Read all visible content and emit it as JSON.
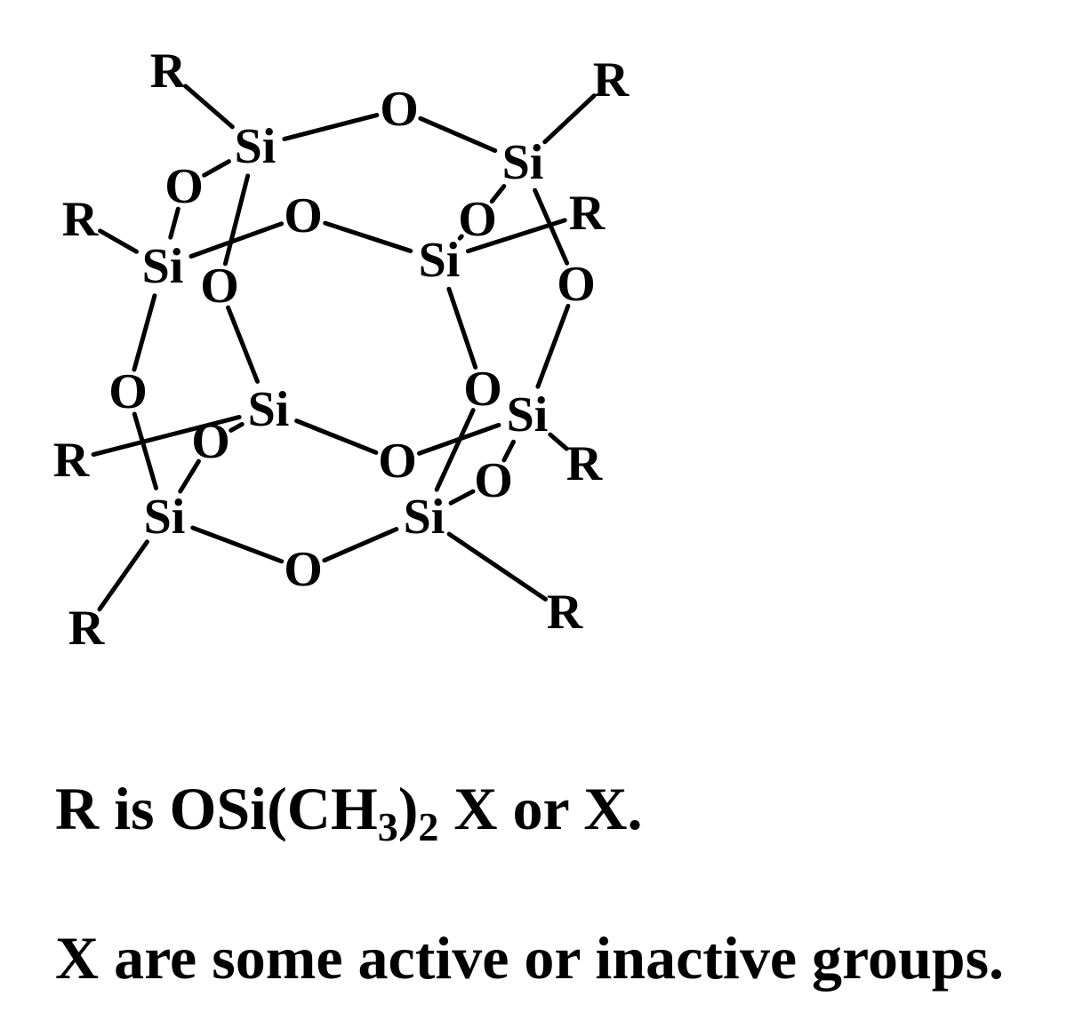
{
  "molecule": {
    "atoms": [
      {
        "id": "Si1",
        "label": "Si"
      },
      {
        "id": "Si2",
        "label": "Si"
      },
      {
        "id": "Si3",
        "label": "Si"
      },
      {
        "id": "Si4",
        "label": "Si"
      },
      {
        "id": "Si5",
        "label": "Si"
      },
      {
        "id": "Si6",
        "label": "Si"
      },
      {
        "id": "Si7",
        "label": "Si"
      },
      {
        "id": "Si8",
        "label": "Si"
      },
      {
        "id": "O1",
        "label": "O"
      },
      {
        "id": "O2",
        "label": "O"
      },
      {
        "id": "O3",
        "label": "O"
      },
      {
        "id": "O4",
        "label": "O"
      },
      {
        "id": "O5",
        "label": "O"
      },
      {
        "id": "O6",
        "label": "O"
      },
      {
        "id": "O7",
        "label": "O"
      },
      {
        "id": "O8",
        "label": "O"
      },
      {
        "id": "O9",
        "label": "O"
      },
      {
        "id": "O10",
        "label": "O"
      },
      {
        "id": "O11",
        "label": "O"
      },
      {
        "id": "O12",
        "label": "O"
      },
      {
        "id": "R1",
        "label": "R"
      },
      {
        "id": "R2",
        "label": "R"
      },
      {
        "id": "R3",
        "label": "R"
      },
      {
        "id": "R4",
        "label": "R"
      },
      {
        "id": "R5",
        "label": "R"
      },
      {
        "id": "R6",
        "label": "R"
      },
      {
        "id": "R7",
        "label": "R"
      },
      {
        "id": "R8",
        "label": "R"
      }
    ],
    "bonds": [
      [
        "Si1",
        "O1"
      ],
      [
        "O1",
        "Si2"
      ],
      [
        "Si1",
        "R1"
      ],
      [
        "Si2",
        "R2"
      ],
      [
        "Si1",
        "O2"
      ],
      [
        "O2",
        "Si3"
      ],
      [
        "Si1",
        "O4"
      ],
      [
        "O4",
        "Si5"
      ],
      [
        "Si2",
        "O5"
      ],
      [
        "O5",
        "Si4"
      ],
      [
        "Si2",
        "O6"
      ],
      [
        "O6",
        "Si6"
      ],
      [
        "Si3",
        "R3"
      ],
      [
        "Si3",
        "O3"
      ],
      [
        "O3",
        "Si4"
      ],
      [
        "Si4",
        "R4"
      ],
      [
        "Si3",
        "O7"
      ],
      [
        "O7",
        "Si7"
      ],
      [
        "Si4",
        "O8"
      ],
      [
        "O8",
        "Si8"
      ],
      [
        "Si5",
        "O9"
      ],
      [
        "O9",
        "Si6"
      ],
      [
        "Si5",
        "O10"
      ],
      [
        "O10",
        "Si7"
      ],
      [
        "Si6",
        "O11"
      ],
      [
        "O11",
        "Si8"
      ],
      [
        "Si7",
        "R7"
      ],
      [
        "Si6",
        "R6"
      ],
      [
        "Si7",
        "O12"
      ],
      [
        "O12",
        "Si8"
      ],
      [
        "Si8",
        "R8"
      ],
      [
        "Si5",
        "R5"
      ]
    ]
  },
  "captions": {
    "line1": {
      "a": "R is OSi(CH",
      "sub1": "3",
      "b": ")",
      "sub2": "2",
      "c": " X or X."
    },
    "line2": "X are some active or inactive groups."
  }
}
